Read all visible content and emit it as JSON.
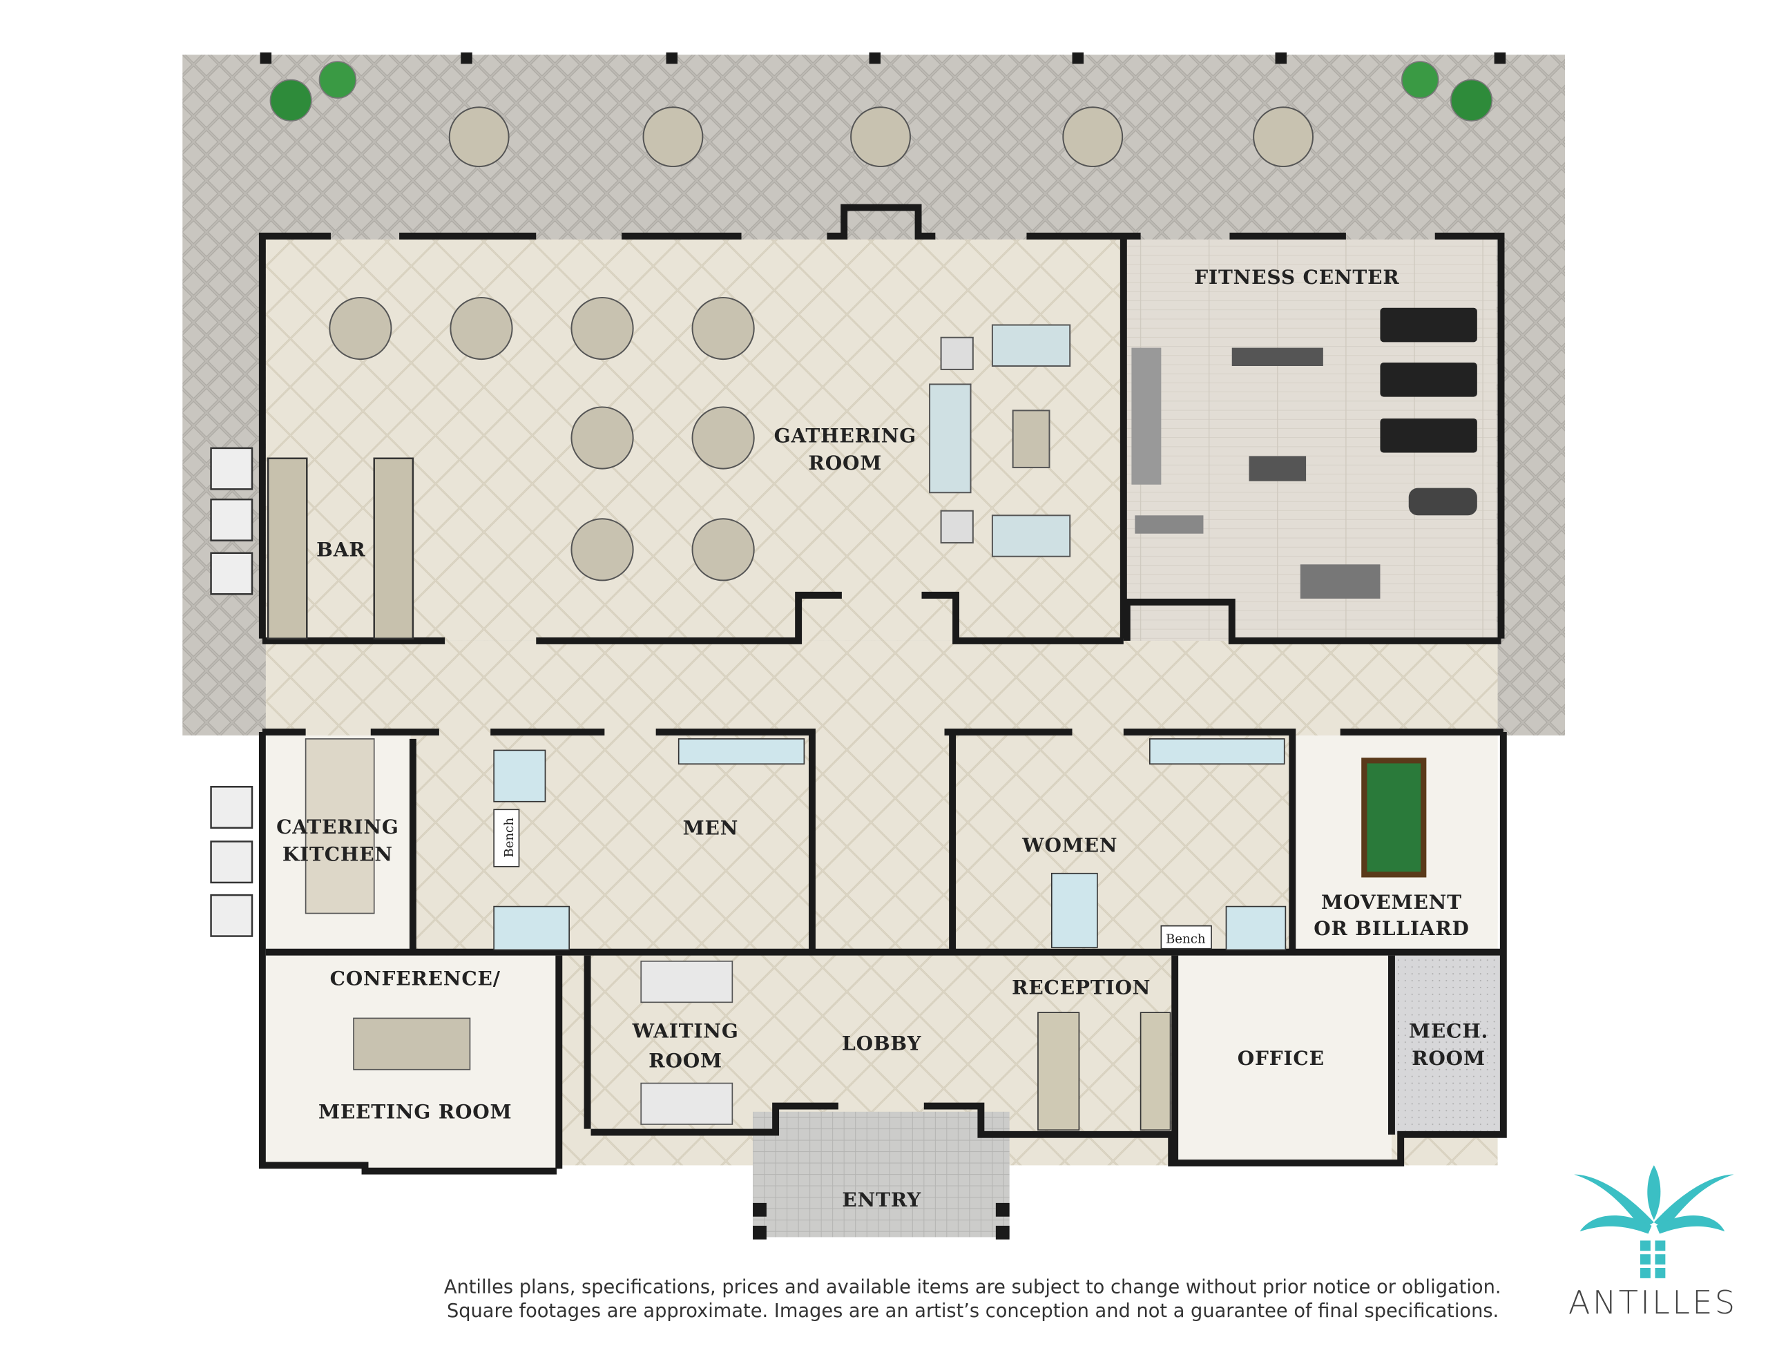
{
  "rooms": {
    "gathering": [
      "GATHERING",
      "ROOM"
    ],
    "fitness": "FITNESS CENTER",
    "bar": "BAR",
    "catering": [
      "CATERING",
      "KITCHEN"
    ],
    "men": "MEN",
    "women": "WOMEN",
    "movement": [
      "MOVEMENT",
      "OR BILLIARD"
    ],
    "conference": [
      "CONFERENCE/",
      "MEETING ROOM"
    ],
    "waiting": [
      "WAITING",
      "ROOM"
    ],
    "lobby": "LOBBY",
    "reception": "RECEPTION",
    "office": "OFFICE",
    "mech": [
      "MECH.",
      "ROOM"
    ],
    "entry": "ENTRY"
  },
  "fixtures": {
    "bench": "Bench"
  },
  "disclaimer": [
    "Antilles plans, specifications, prices and available items are subject to change without prior notice or obligation.",
    "Square footages are approximate.  Images are an artist’s conception and not a guarantee of final specifications."
  ],
  "brand": {
    "name": "ANTILLES",
    "color": "#3bbfc4"
  },
  "colors": {
    "patio": "#bdbab4",
    "floor": "#e8e2d4",
    "walls": "#1a1a1a"
  }
}
